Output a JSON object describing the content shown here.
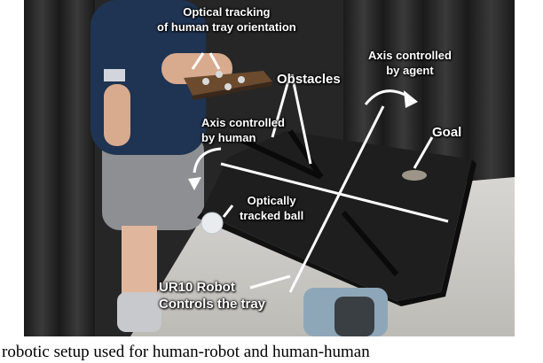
{
  "labels": {
    "optical_tracking": "Optical tracking\nof human tray orientation",
    "obstacles": "Obstacles",
    "axis_agent": "Axis controlled\nby agent",
    "axis_human": "Axis controlled\nby human",
    "goal": "Goal",
    "ball": "Optically\ntracked ball",
    "robot": "UR10 Robot\nControls the tray"
  },
  "caption": "robotic setup used for human-robot and human-human",
  "colors": {
    "label_text": "#ffffff",
    "axis_lines": "#ffffff",
    "tray": "#1c1c1c",
    "curtain": "#2a2a2a"
  }
}
